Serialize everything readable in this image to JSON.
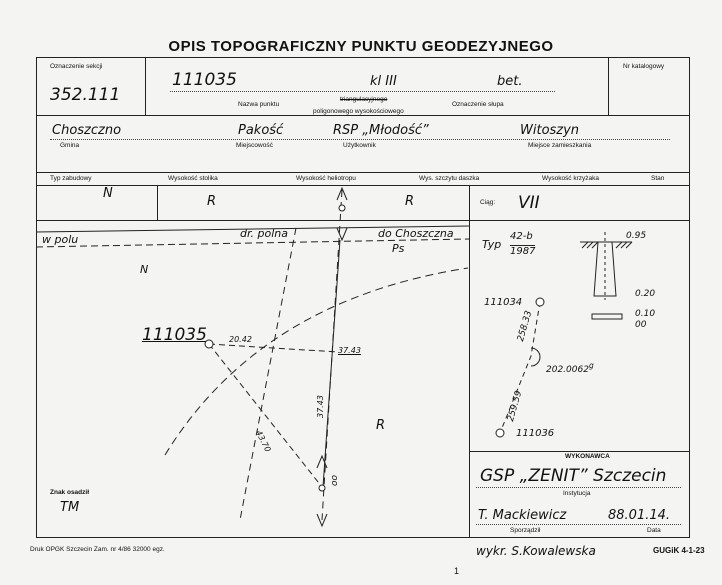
{
  "title": "OPIS TOPOGRAFICZNY PUNKTU GEODEZYJNEGO",
  "labels": {
    "section": "Oznaczenie sekcji",
    "catalog": "Nr katalogowy",
    "point_name": "Nazwa punktu",
    "post_marking": "Oznaczenie słupa",
    "triangulation": "triangulacyjnego",
    "polygon": "poligonowego wysokościowego",
    "municipality": "Gmina",
    "locality": "Miejscowość",
    "user": "Użytkownik",
    "residence": "Miejsce zamieszkania",
    "build_type": "Typ zabudowy",
    "table_height": "Wysokość stolika",
    "heliotrope_height": "Wysokość heliotropu",
    "plate_top_height": "Wys. szczytu daszka",
    "cross_height": "Wysokość krzyżaka",
    "state": "Stan",
    "ciag": "Ciąg:",
    "typ": "Typ",
    "contractor": "WYKONAWCA",
    "institution": "Instytucja",
    "prepared": "Sporządził",
    "date": "Data",
    "stabilized": "Znak osadził",
    "footer_left": "Druk OPGK Szczecin Zam. nr 4/86  32000 egz.",
    "footer_right": "GUGiK 4-1-23"
  },
  "values": {
    "section": "352.111",
    "point_name": "111035",
    "class": "kl III",
    "post_marking": "bet.",
    "municipality": "Choszczno",
    "locality": "Pakość",
    "user": "RSP „Młodość”",
    "residence": "Witoszyn",
    "build_type": "N",
    "table_height": "R",
    "plate_top_height": "R",
    "ciag": "VII",
    "typ_line1": "42-b",
    "typ_line2": "1987",
    "contractor": "GSP „ZENIT” Szczecin",
    "prepared_by": "T. Mackiewicz",
    "date": "88.01.14.",
    "stabilized_by": "TM",
    "drawn_by": "wykr. S.Kowalewska",
    "page_mark": "1"
  },
  "sketch": {
    "left": {
      "road_left": "w polu",
      "road_mid": "dr. polna",
      "road_right": "do Choszczna",
      "ps": "Ps",
      "north": "N",
      "point": "111035",
      "d1": "20.42",
      "d2": "37.43",
      "d3": "43.70",
      "d4": "37.43",
      "r": "R",
      "oo": "oo"
    },
    "right": {
      "depth_top": "0.95",
      "depth_a": "0.20",
      "depth_b": "0.10",
      "depth_c": "00",
      "pt_top": "111034",
      "pt_bottom": "111036",
      "d_top": "258.33",
      "d_bottom": "259.59",
      "angle": "202.0062",
      "angle_unit": "g"
    }
  }
}
